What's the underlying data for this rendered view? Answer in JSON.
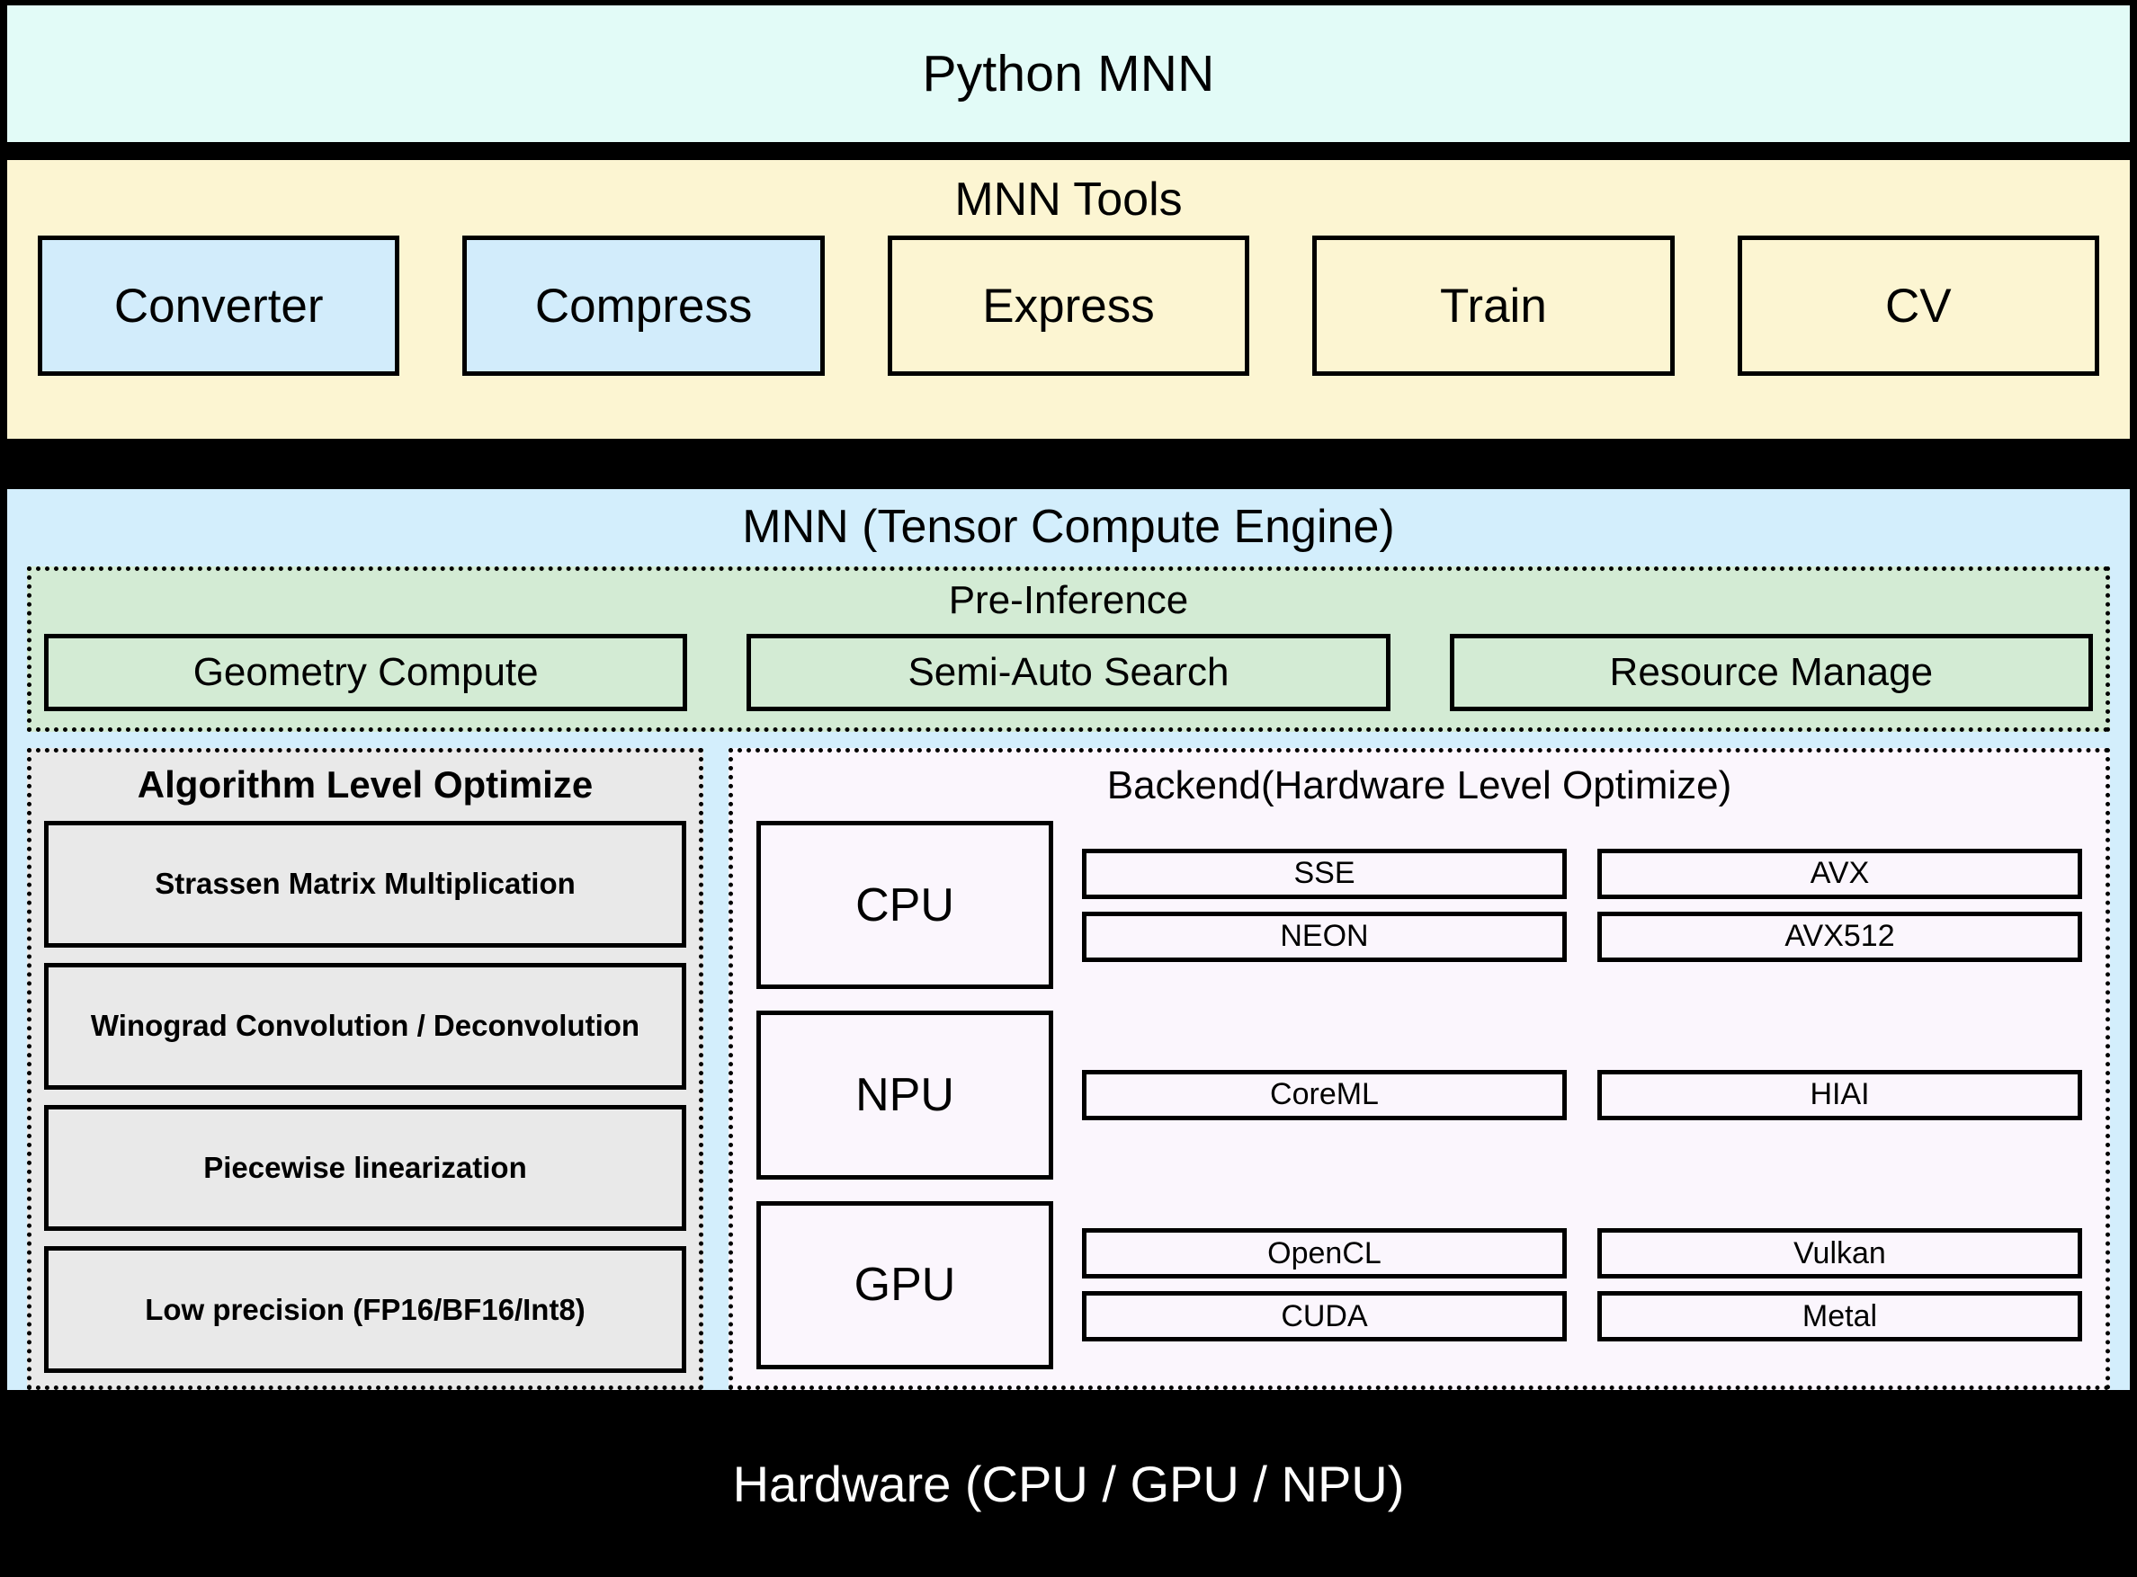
{
  "colors": {
    "frame": "#000000",
    "python_band": "#e2fbf7",
    "tools_band": "#fcf5d2",
    "tools_highlight": "#d2ecfb",
    "engine_band": "#d3eefc",
    "preinference": "#d3ebd4",
    "algorithm": "#e9e9e9",
    "backend": "#fbf6fd",
    "hardware_text": "#ffffff"
  },
  "python_layer": {
    "title": "Python MNN"
  },
  "tools_layer": {
    "title": "MNN Tools",
    "items": [
      {
        "label": "Converter",
        "style": "blue"
      },
      {
        "label": "Compress",
        "style": "blue"
      },
      {
        "label": "Express",
        "style": "plain"
      },
      {
        "label": "Train",
        "style": "plain"
      },
      {
        "label": "CV",
        "style": "plain"
      }
    ]
  },
  "engine_layer": {
    "title": "MNN (Tensor Compute Engine)",
    "pre_inference": {
      "title": "Pre-Inference",
      "items": [
        "Geometry Compute",
        "Semi-Auto Search",
        "Resource Manage"
      ]
    },
    "algorithm": {
      "title": "Algorithm Level Optimize",
      "items": [
        "Strassen Matrix Multiplication",
        "Winograd Convolution / Deconvolution",
        "Piecewise linearization",
        "Low precision (FP16/BF16/Int8)"
      ]
    },
    "backend": {
      "title": "Backend(Hardware Level Optimize)",
      "groups": [
        {
          "device": "CPU",
          "left_column": [
            "SSE",
            "NEON"
          ],
          "right_column": [
            "AVX",
            "AVX512"
          ]
        },
        {
          "device": "NPU",
          "left_column": [
            "CoreML"
          ],
          "right_column": [
            "HIAI"
          ]
        },
        {
          "device": "GPU",
          "left_column": [
            "OpenCL",
            "CUDA"
          ],
          "right_column": [
            "Vulkan",
            "Metal"
          ]
        }
      ]
    }
  },
  "hardware_layer": {
    "title": "Hardware (CPU / GPU / NPU)"
  }
}
